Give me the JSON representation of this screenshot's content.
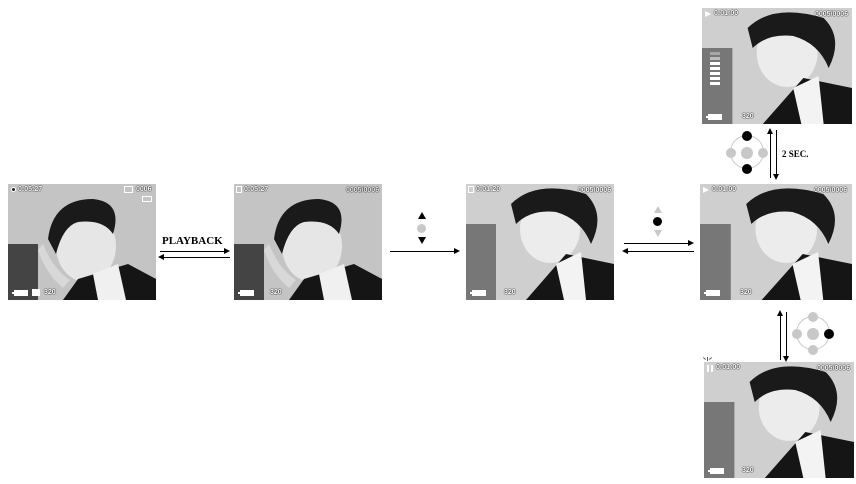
{
  "labels": {
    "playback": "PLAYBACK",
    "two_sec": "2 SEC."
  },
  "screens": {
    "capture": {
      "time": "0:05:27",
      "count": "0006",
      "resolution": "320"
    },
    "playback_paused": {
      "time": "0:05:27",
      "counter": "0005/0006",
      "resolution": "320"
    },
    "select": {
      "time": "0:01:20",
      "counter": "0005/0006",
      "resolution": "320"
    },
    "volume": {
      "time": "0:01:00",
      "counter": "0005/0006",
      "resolution": "320"
    },
    "playing": {
      "time": "0:01:00",
      "counter": "0005/0006",
      "resolution": "320"
    },
    "pause": {
      "time": "0:01:00",
      "counter": "0005/0006",
      "resolution": "320"
    }
  },
  "colors": {
    "ink": "#000000",
    "dim_dot": "#c8c8c8",
    "screen_text": "#ffffff"
  },
  "icons": [
    "record-dot-icon",
    "film-icon",
    "play-icon",
    "pause-icon",
    "battery-icon",
    "nav-pad-icon"
  ]
}
